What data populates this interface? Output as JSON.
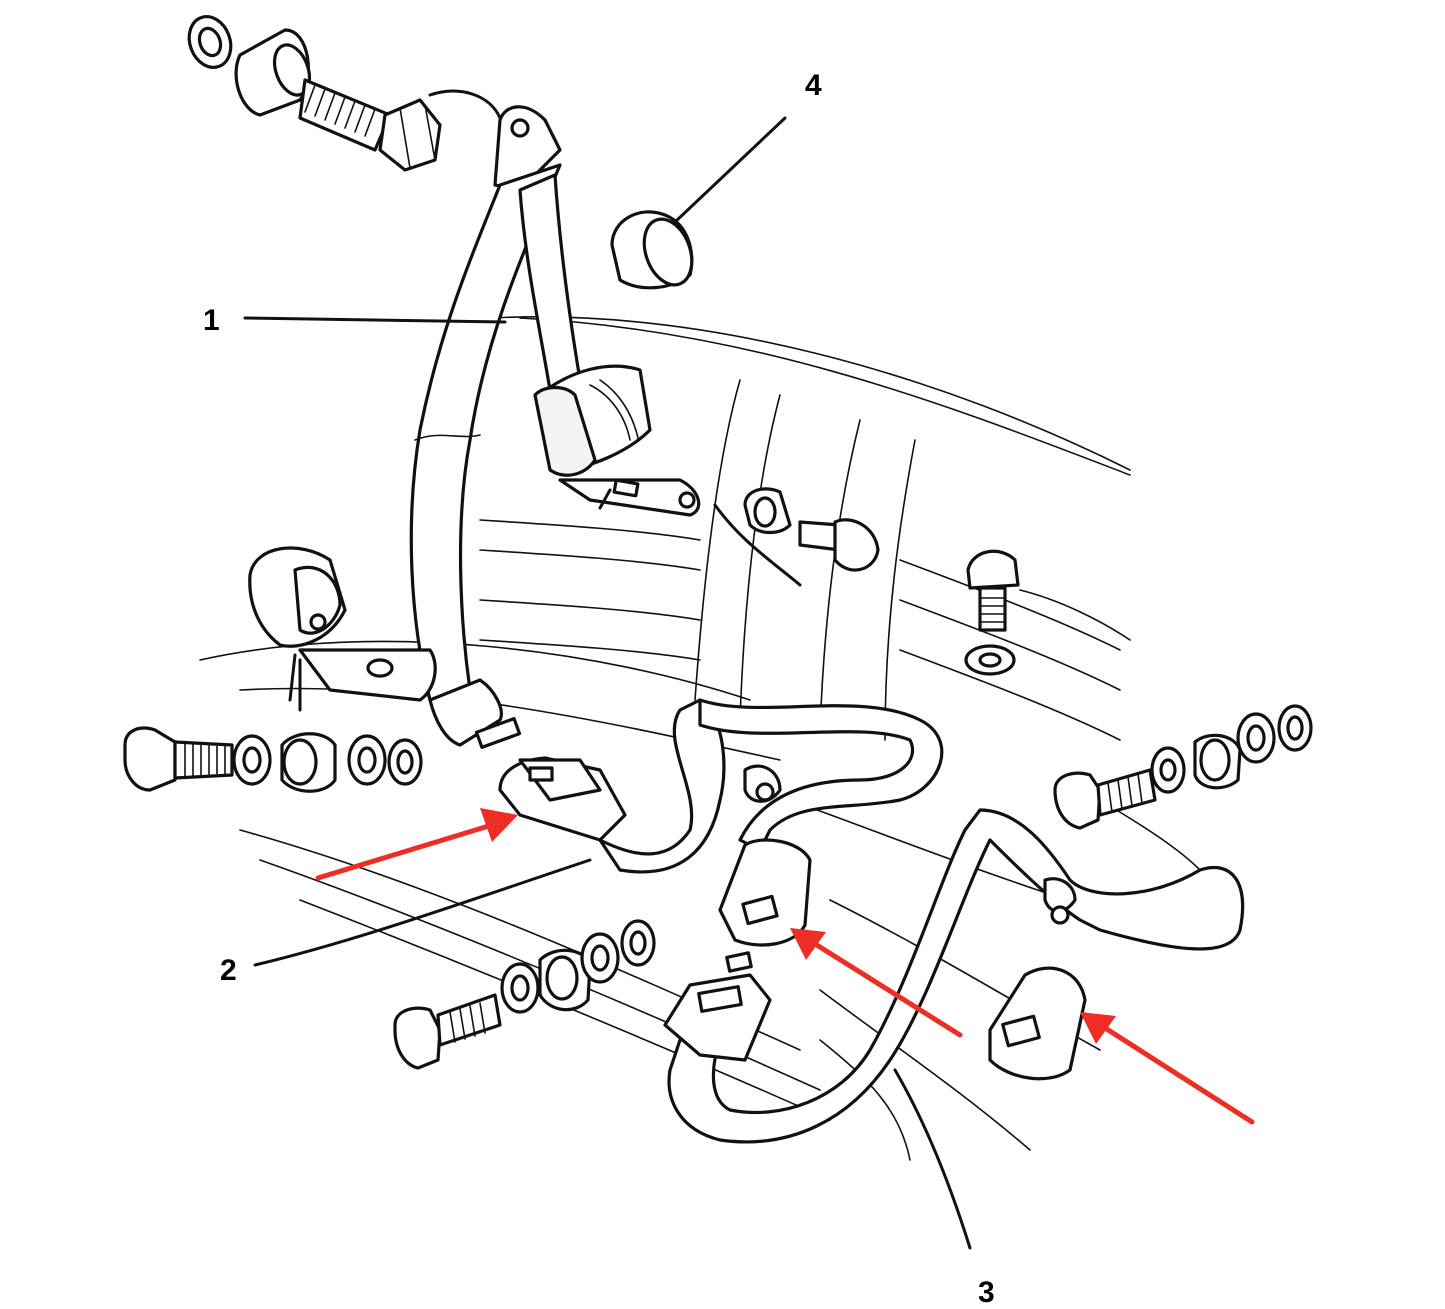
{
  "callouts": [
    {
      "id": "1",
      "label": "1"
    },
    {
      "id": "2",
      "label": "2"
    },
    {
      "id": "3",
      "label": "3"
    },
    {
      "id": "4",
      "label": "4"
    }
  ],
  "arrows": {
    "color": "#ee2e24",
    "count": 3
  }
}
